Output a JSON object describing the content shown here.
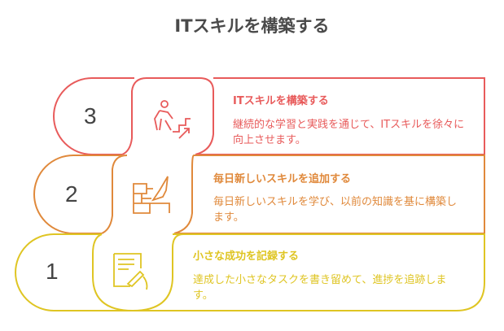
{
  "title": "ITスキルを構築する",
  "colors": {
    "step3": "#e85b5b",
    "step2": "#e0893b",
    "step1": "#dfc523"
  },
  "steps": [
    {
      "number": "1",
      "heading": "小さな成功を記録する",
      "description": "達成した小さなタスクを書き留めて、進捗を追跡します。",
      "icon": "checklist-writing-icon"
    },
    {
      "number": "2",
      "heading": "毎日新しいスキルを追加する",
      "description": "毎日新しいスキルを学び、以前の知識を基に構築します。",
      "icon": "brick-wall-trowel-icon"
    },
    {
      "number": "3",
      "heading": "ITスキルを構築する",
      "description": "継続的な学習と実践を通じて、ITスキルを徐々に向上させます。",
      "icon": "person-climbing-stairs-icon"
    }
  ]
}
